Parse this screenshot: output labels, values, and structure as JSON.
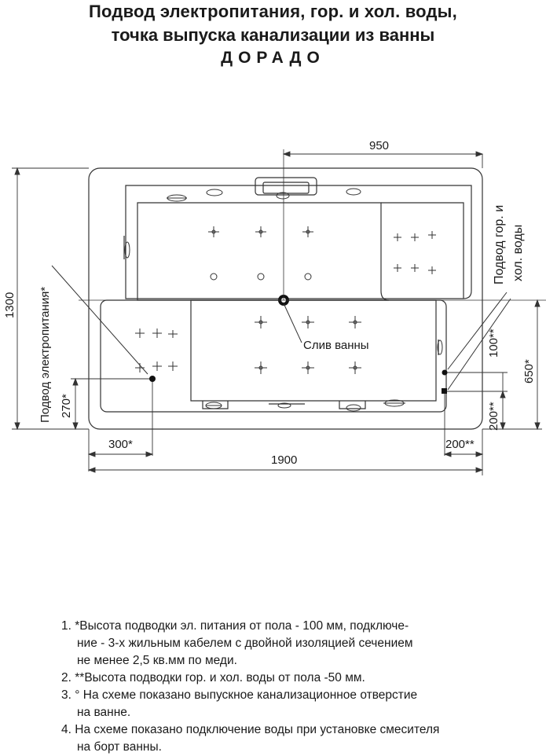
{
  "header": {
    "line1": "Подвод электропитания, гор. и хол. воды,",
    "line2": "точка выпуска канализации из ванны",
    "model": "ДОРАДО"
  },
  "dimensions": {
    "width_950": "950",
    "length_1900": "1900",
    "height_1300": "1300",
    "offset_300": "300*",
    "offset_200": "200**",
    "offset_270": "270*",
    "offset_100": "100**",
    "offset_650": "650*",
    "offset_200b": "200**"
  },
  "labels": {
    "power_supply": "Подвод электропитания*",
    "water_supply_1": "Подвод гор. и",
    "water_supply_2": "хол. воды",
    "drain": "Слив ванны"
  },
  "notes": [
    {
      "num": "1.",
      "text": "*Высота подводки эл. питания от пола - 100 мм, подключе-",
      "cont": [
        "ние - 3-х жильным кабелем с двойной изоляцией сечением",
        "не менее 2,5 кв.мм по меди."
      ]
    },
    {
      "num": "2.",
      "text": "**Высота подводки гор. и хол. воды от пола -50 мм.",
      "cont": []
    },
    {
      "num": "3.",
      "text": "° На схеме показано выпускное канализационное отверстие",
      "cont": [
        "на ванне."
      ]
    },
    {
      "num": "4.",
      "text": "На схеме показано подключение воды при установке смесителя",
      "cont": [
        "на борт ванны."
      ]
    }
  ]
}
